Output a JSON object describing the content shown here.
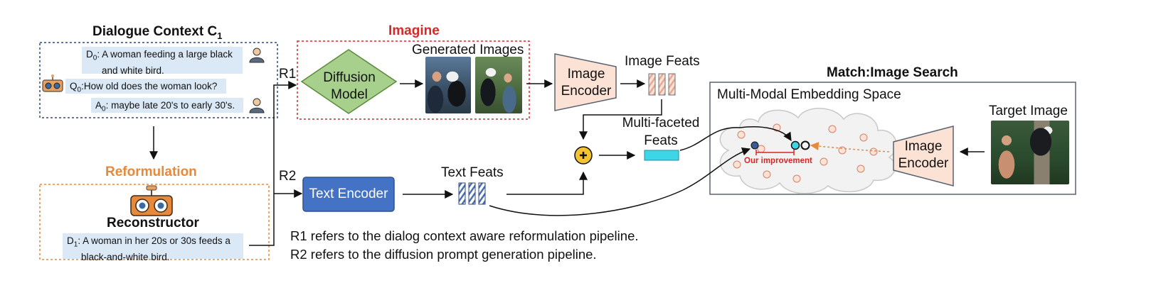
{
  "dialogue": {
    "title": "Dialogue Context C",
    "title_sub": "1",
    "turns": [
      {
        "speaker": "D",
        "sub": "0",
        "text": ": A woman feeding a large black",
        "text2": "and white bird."
      },
      {
        "speaker": "Q",
        "sub": "0",
        "text": ":How old does the woman look?"
      },
      {
        "speaker": "A",
        "sub": "0",
        "text": ": maybe late 20's to early 30's."
      }
    ]
  },
  "reformulation": {
    "title": "Reformulation",
    "agent": "Reconstructor",
    "speaker": "D",
    "sub": "1",
    "text": ": A woman in her 20s or 30s feeds a",
    "text2": "black-and-white bird."
  },
  "imagine": {
    "title": "Imagine",
    "diffusion_line1": "Diffusion",
    "diffusion_line2": "Model",
    "generated_images": "Generated Images"
  },
  "routes": {
    "r1": "R1",
    "r2": "R2"
  },
  "encoders": {
    "image_line1": "Image",
    "image_line2": "Encoder",
    "text": "Text Encoder",
    "target_image_line1": "Image",
    "target_image_line2": "Encoder"
  },
  "features": {
    "image_feats": "Image Feats",
    "text_feats": "Text Feats",
    "multi_line1": "Multi-faceted",
    "multi_line2": "Feats"
  },
  "match": {
    "title": "Match:Image Search",
    "space": "Multi-Modal Embedding Space",
    "improvement": "Our improvement",
    "target": "Target Image"
  },
  "notes": {
    "r1": "R1 refers to the dialog context aware reformulation pipeline.",
    "r2": "R2 refers to the diffusion prompt generation pipeline."
  },
  "colors": {
    "dialogue_border": "#2f4a7a",
    "imagine_red": "#d62828",
    "reformulation_orange": "#e8893a",
    "diffusion_green": "#a8d08d",
    "encoder_peach": "#fbe2d5",
    "text_encoder_blue": "#4472c4",
    "multi_feats_cyan": "#3cd6e6",
    "bubble_blue": "#dbe8f5"
  }
}
